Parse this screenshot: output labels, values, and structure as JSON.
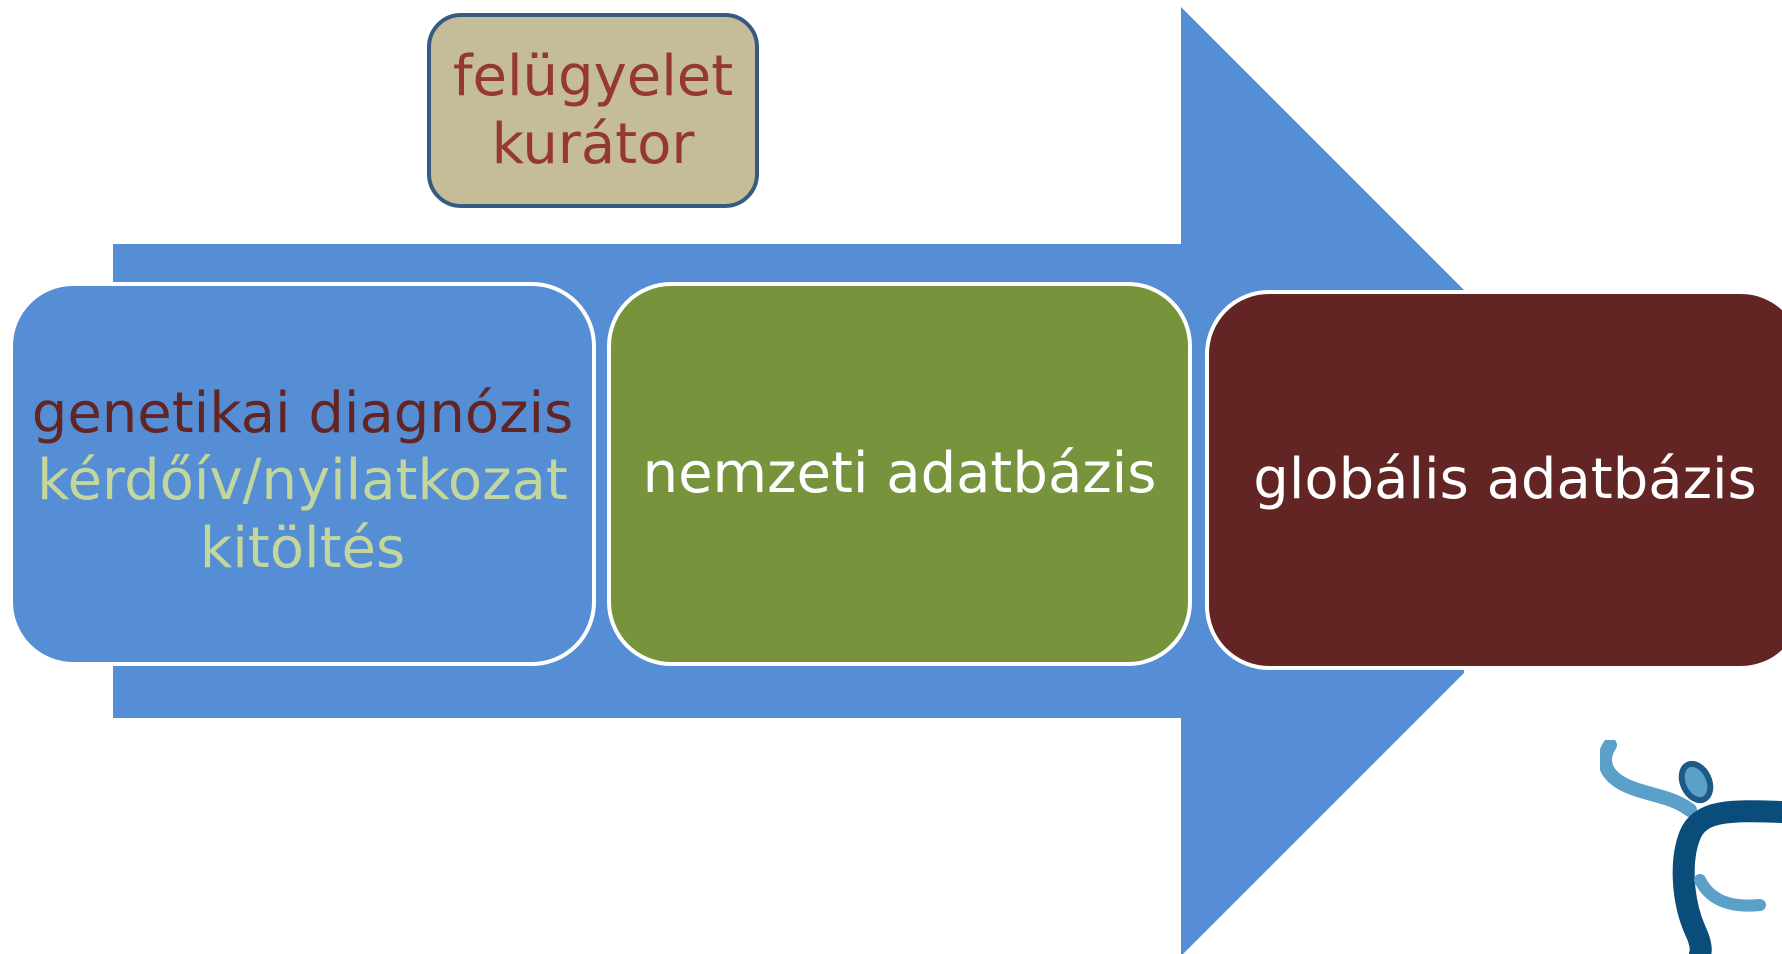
{
  "colors": {
    "arrow": "#558ed5",
    "supervisor_fill": "#c4bd97",
    "supervisor_border": "#375a83",
    "supervisor_text": "#953735",
    "stage1_fill": "#558ed5",
    "stage2_fill": "#77933c",
    "stage3_fill": "#632523",
    "box_border": "#ffffff",
    "dark_red_text": "#632523",
    "light_green_text": "#c3d69b",
    "white_text": "#ffffff"
  },
  "supervisor": {
    "lines": [
      "felügyelet",
      "kurátor"
    ]
  },
  "stages": [
    {
      "lines": [
        "genetikai diagnózis",
        "kérdőív/nyilatkozat",
        "kitöltés"
      ]
    },
    {
      "lines": [
        "nemzeti adatbázis"
      ]
    },
    {
      "lines": [
        "globális adatbázis"
      ]
    }
  ],
  "icons": {
    "process_arrow": "right-arrow-icon",
    "logo": "human-figure-logo-icon"
  }
}
